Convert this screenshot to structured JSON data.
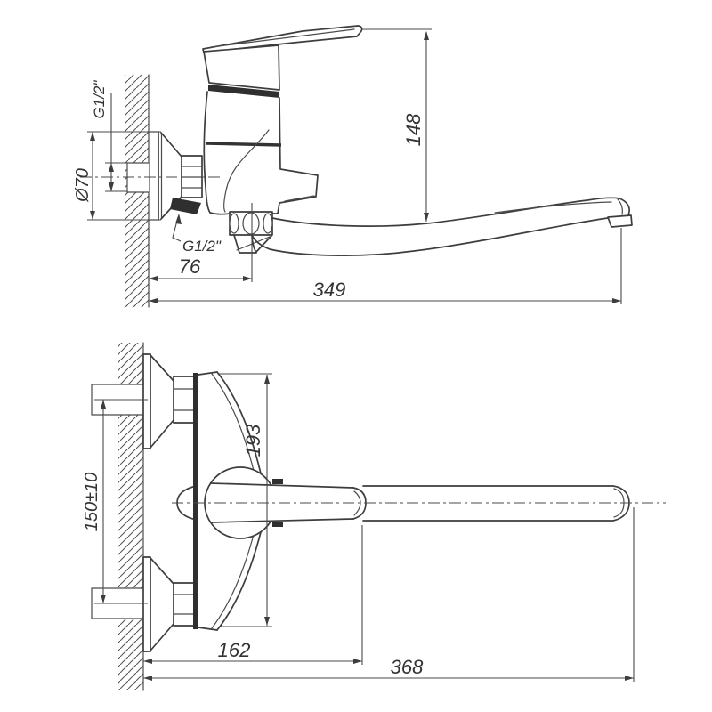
{
  "drawing": {
    "type": "technical-drawing",
    "subject": "wall-mounted single-lever bath mixer faucet, two orthographic views",
    "colors": {
      "line": "#3d3d3d",
      "background": "#ffffff",
      "dark_fill": "#2f2f2f"
    },
    "dims": {
      "side": {
        "thread_top": "G1/2\"",
        "escutcheon_diameter": "Ø70",
        "thread_spout": "G1/2\"",
        "wall_to_body": "76",
        "spout_reach": "349",
        "body_height": "148"
      },
      "plan": {
        "supply_spacing": "150±10",
        "body_length": "193",
        "handle_reach": "162",
        "spout_reach": "368"
      }
    }
  }
}
